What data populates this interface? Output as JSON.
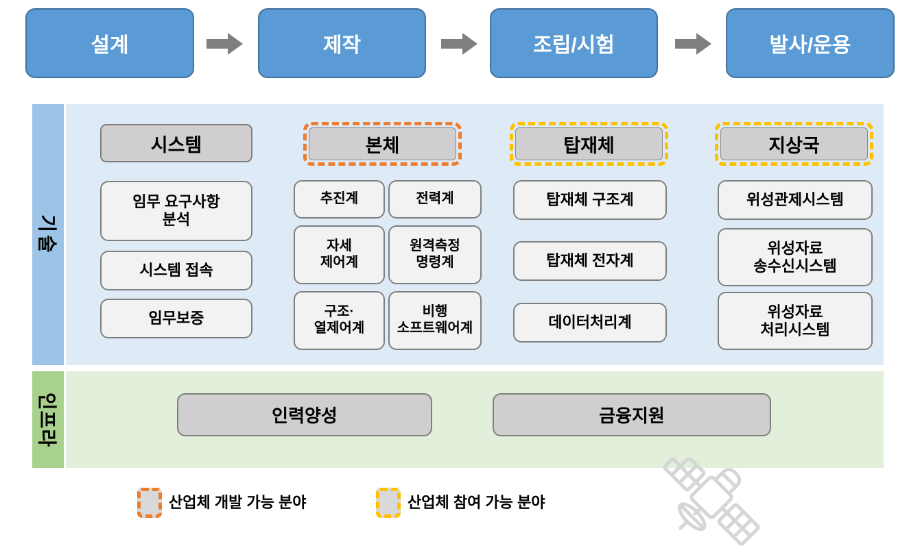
{
  "stages": [
    {
      "label": "설계"
    },
    {
      "label": "제작"
    },
    {
      "label": "조립/시험"
    },
    {
      "label": "발사/운용"
    }
  ],
  "tech": {
    "side_label": "기술",
    "columns": [
      {
        "header": "시스템",
        "header_style": "plain",
        "items": [
          {
            "text": "임무 요구사항\n분석"
          },
          {
            "text": "시스템 접속"
          },
          {
            "text": "임무보증"
          }
        ]
      },
      {
        "header": "본체",
        "header_style": "orange-dashed",
        "items": [
          {
            "text": "추진계"
          },
          {
            "text": "전력계"
          },
          {
            "text": "자세\n제어계"
          },
          {
            "text": "원격측정\n명령계"
          },
          {
            "text": "구조·\n열제어계"
          },
          {
            "text": "비행\n소프트웨어계"
          }
        ]
      },
      {
        "header": "탑재체",
        "header_style": "yellow-dashed",
        "items": [
          {
            "text": "탑재체 구조계"
          },
          {
            "text": "탑재체 전자계"
          },
          {
            "text": "데이터처리계"
          }
        ]
      },
      {
        "header": "지상국",
        "header_style": "yellow-dashed",
        "items": [
          {
            "text": "위성관제시스템"
          },
          {
            "text": "위성자료\n송수신시스템"
          },
          {
            "text": "위성자료\n처리시스템"
          }
        ]
      }
    ]
  },
  "infra": {
    "side_label": "인프라",
    "items": [
      {
        "text": "인력양성"
      },
      {
        "text": "금융지원"
      }
    ]
  },
  "legend": [
    {
      "swatch": "orange-dashed",
      "label": "산업체 개발 가능 분야"
    },
    {
      "swatch": "yellow-dashed",
      "label": "산업체 참여 가능 분야"
    }
  ],
  "colors": {
    "stage_fill": "#5B9BD5",
    "stage_border": "#41719C",
    "arrow": "#7F7F7F",
    "tech_bg": "#DEEBF7",
    "tech_strip": "#9DC3E6",
    "infra_bg": "#E2EFDA",
    "infra_strip": "#A9D18E",
    "header_fill": "#D0CECE",
    "box_fill": "#F2F2F2",
    "box_border": "#7F7F7F",
    "orange_dash": "#ED7D31",
    "yellow_dash": "#FFC000",
    "satellite": "#D6D6D6"
  }
}
